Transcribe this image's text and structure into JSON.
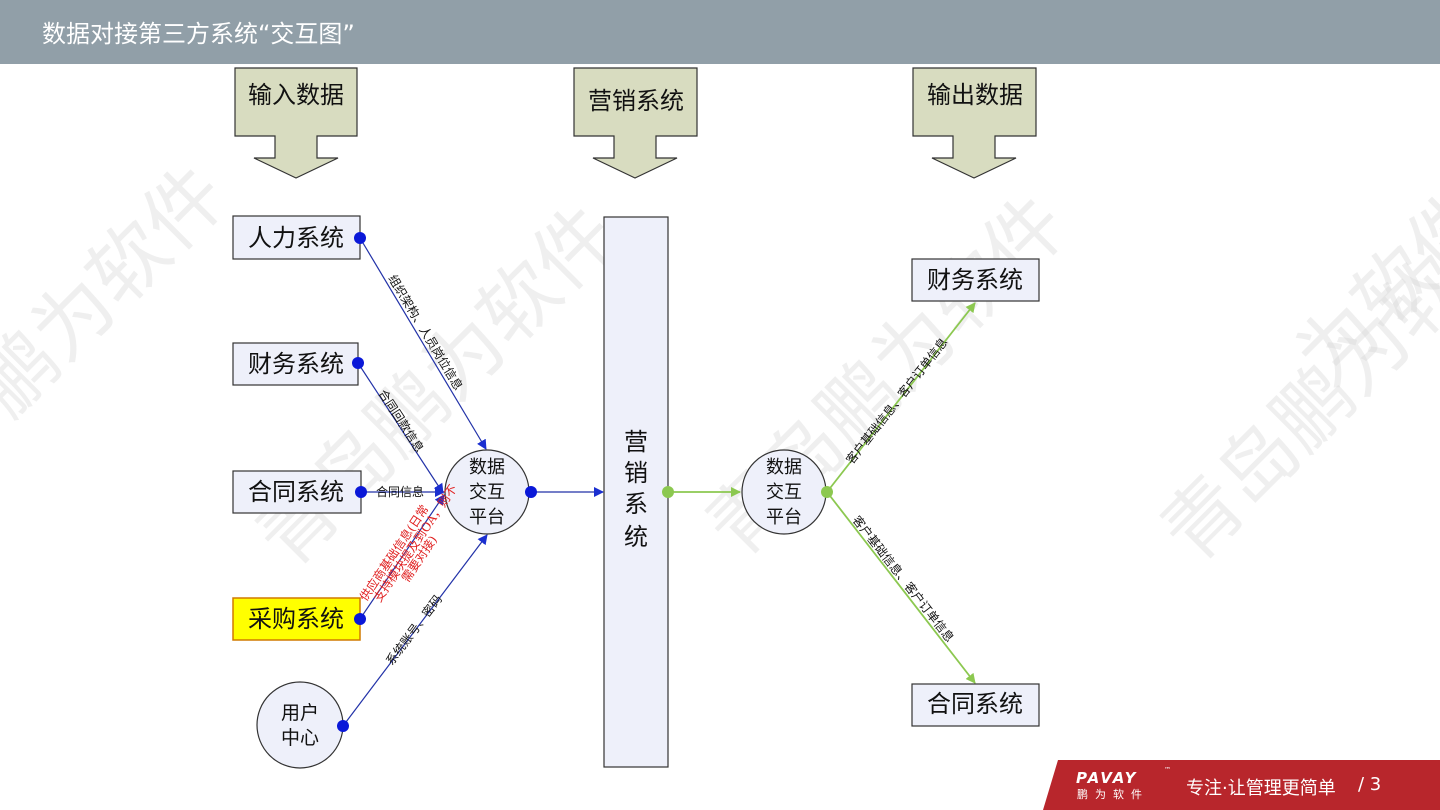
{
  "header": {
    "title": "数据对接第三方系统“交互图”"
  },
  "columns": {
    "input": "输入数据",
    "marketing": "营销系统",
    "output": "输出数据"
  },
  "left_systems": {
    "hr": "人力系统",
    "finance": "财务系统",
    "contract": "合同系统",
    "purchase": "采购系统"
  },
  "user_center": {
    "line1": "用户",
    "line2": "中心"
  },
  "hub_left": {
    "line1": "数据",
    "line2": "交互",
    "line3": "平台"
  },
  "hub_right": {
    "line1": "数据",
    "line2": "交互",
    "line3": "平台"
  },
  "center_bar": {
    "c1": "营",
    "c2": "销",
    "c3": "系",
    "c4": "统"
  },
  "right_systems": {
    "finance": "财务系统",
    "contract": "合同系统"
  },
  "edge_labels": {
    "hr": "组织架构、人员岗位信息",
    "finance": "合同回款信息",
    "contract": "合同信息",
    "purchase_l1": "供应商基础信息(日常",
    "purchase_l2": "支持模块提及到OA，则不",
    "purchase_l3": "需要对接)",
    "user": "系统账号、密码",
    "out_finance": "客户基础信息、客户订单信息",
    "out_contract": "客户基础信息、客户订单信息"
  },
  "watermark": {
    "text1": "青岛鹏为软件",
    "text2": "青岛鹏为软件",
    "text3": "青岛鹏为软件",
    "text4": "鹏为软件",
    "text5": "为软件"
  },
  "footer": {
    "brand": "PAVAY",
    "tm": "™",
    "brand_sub": "鹏为软件",
    "slogan": "专注·让管理更简单",
    "page": "/ 3"
  },
  "colors": {
    "header_bg": "#919fa8",
    "arrow_fill": "#d8dcc0",
    "box_fill": "#eef0fa",
    "blue_line": "#2232a8",
    "green_line": "#8cc850",
    "footer_red": "#b8262c",
    "highlight": "#ffff00"
  }
}
